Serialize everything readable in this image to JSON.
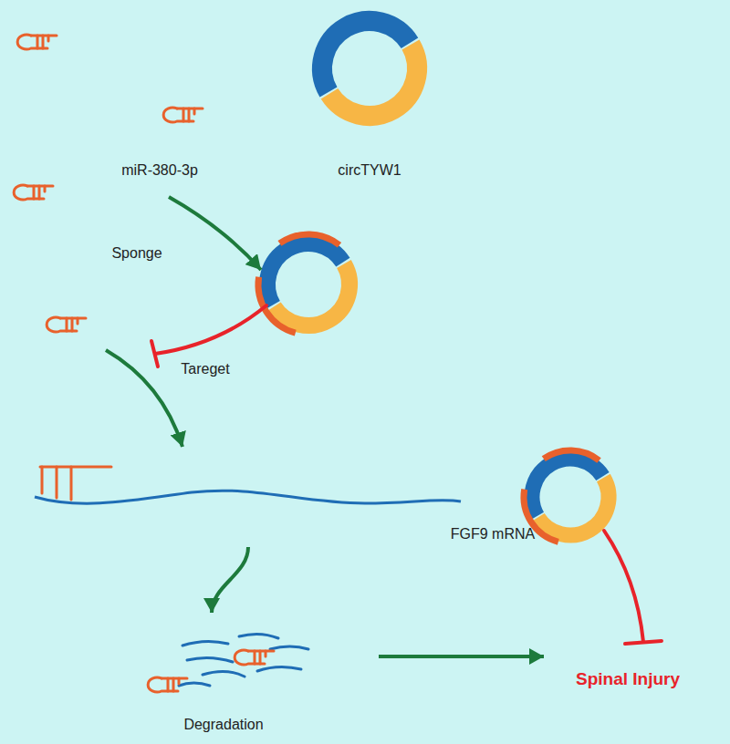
{
  "diagram": {
    "nodes": [
      {
        "text": [
          "miR-380-3p"
        ]
      },
      {
        "text": [
          "circTYW1"
        ]
      },
      {
        "text": [
          "FGF9 mRNA"
        ]
      },
      {
        "text": [
          "Degradation"
        ]
      },
      {
        "text": [
          "Spinal Injury"
        ]
      }
    ],
    "edges": [
      {
        "from": 2,
        "to": 3,
        "arrow": "to"
      },
      {
        "from": 3,
        "to": 4,
        "arrow": "to"
      }
    ],
    "labels": [
      "Sponge",
      "Tareget"
    ]
  }
}
